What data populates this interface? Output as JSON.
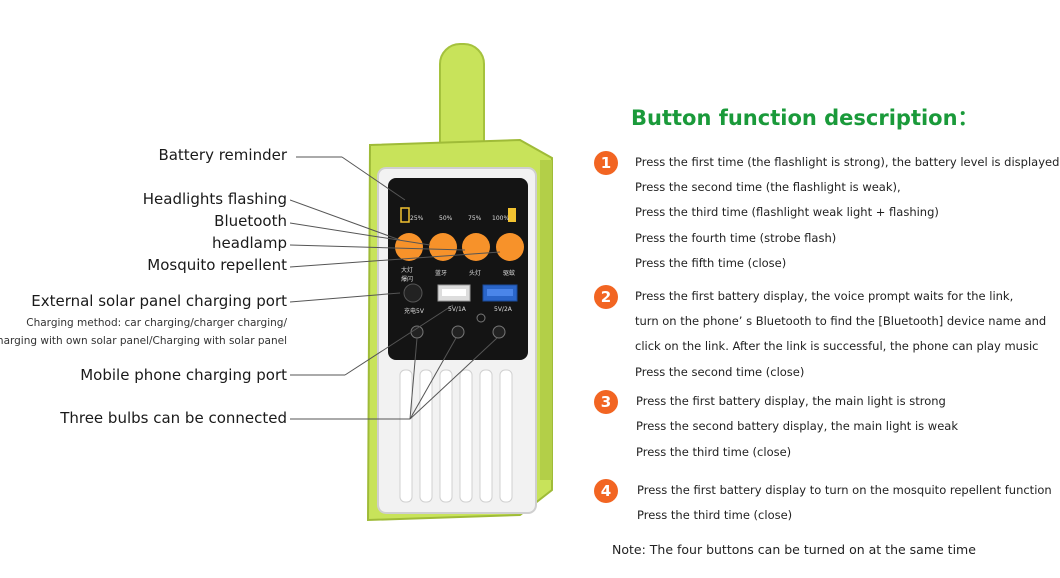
{
  "labels": {
    "battery_reminder": "Battery reminder",
    "headlights_flashing": "Headlights flashing",
    "bluetooth": "Bluetooth",
    "headlamp": "headlamp",
    "mosquito_repellent": "Mosquito repellent",
    "solar_port": "External solar panel charging port",
    "charging_method_1": "Charging method: car charging/charger charging/",
    "charging_method_2": "Charging with own solar panel/Charging with solar panel",
    "mobile_port": "Mobile phone charging port",
    "three_bulbs": "Three bulbs can be connected"
  },
  "device": {
    "battery_levels": [
      "25%",
      "50%",
      "75%",
      "100%"
    ],
    "button_captions": [
      "大灯\n爆闪",
      "蓝牙",
      "头灯",
      "驱蚊"
    ],
    "port_captions": [
      "充电5V",
      "5V/1A",
      "5V/2A"
    ],
    "colors": {
      "body": "#c8e35a",
      "panel": "#141414",
      "buttons": "#f7922a",
      "cover": "#f2f2f2"
    }
  },
  "description": {
    "title": "Button function description：",
    "sections": [
      {
        "number": "1",
        "lines": [
          "Press the first time (the flashlight is strong), the battery level is displayed,",
          "Press the second time (the flashlight is weak),",
          "Press the third time (flashlight weak light + flashing)",
          "Press the fourth time (strobe flash)",
          "Press the fifth time (close)"
        ]
      },
      {
        "number": "2",
        "lines": [
          "Press the first battery display, the voice prompt waits for the link,",
          "turn on the phone’ s Bluetooth to find the [Bluetooth] device name and",
          "click on the link. After the link is successful, the phone can play music",
          "Press the second time (close)"
        ]
      },
      {
        "number": "3",
        "lines": [
          "Press the first battery display, the main light is strong",
          "Press the second battery display, the main light is weak",
          "Press the third time (close)"
        ]
      },
      {
        "number": "4",
        "lines": [
          "Press the first battery display to turn on the mosquito repellent function",
          "Press the third time (close)"
        ]
      }
    ],
    "note": "Note: The four buttons can be turned on at the same time"
  },
  "colors": {
    "title": "#1a9a3a",
    "badge": "#f26522"
  }
}
